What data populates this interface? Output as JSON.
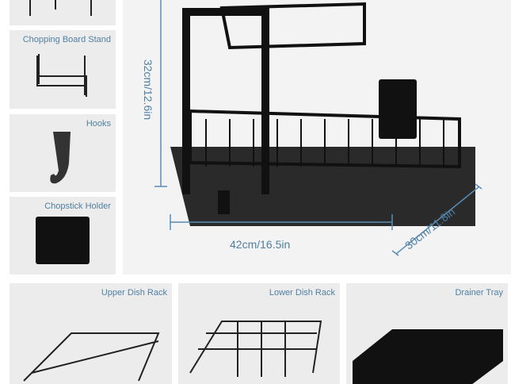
{
  "parts": [
    "Chopping Board Stand",
    "Hooks",
    "Chopstick Holder"
  ],
  "bottom_parts": [
    "Upper Dish Rack",
    "Lower Dish Rack",
    "Drainer Tray"
  ],
  "dimensions": {
    "height": "32cm/12.6in",
    "width": "42cm/16.5in",
    "depth": "30cm/11.8in"
  },
  "colors": {
    "label": "#4f7fa3",
    "panel": "#ececec",
    "product": "#1a1a1a"
  }
}
